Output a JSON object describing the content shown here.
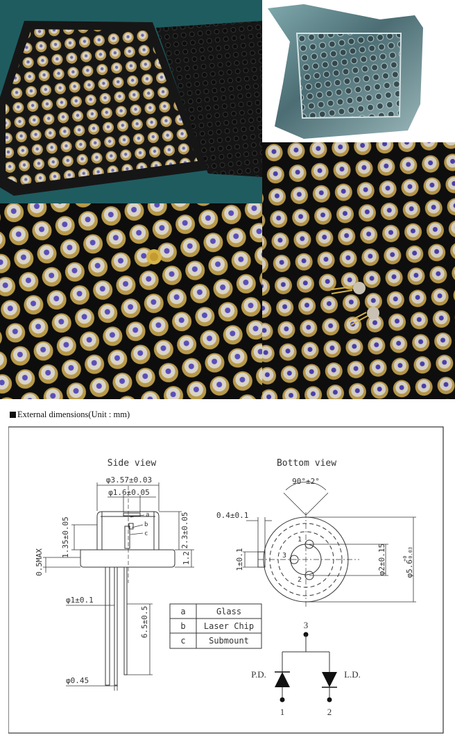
{
  "heading": "External dimensions(Unit : mm)",
  "drawing": {
    "side_view_title": "Side view",
    "bottom_view_title": "Bottom view",
    "dims": {
      "cap_diameter": "φ3.57±0.03",
      "window_diameter": "φ1.6±0.05",
      "height_135": "1.35±0.05",
      "height_23": "2.3±0.05",
      "flange_12": "1.2",
      "max_05": "0.5MAX",
      "lead_d": "φ1±0.1",
      "lead_len": "6.5±0.5",
      "lead_045": "φ0.45",
      "angle": "90°±2°",
      "notch_04": "0.4±0.1",
      "notch_1": "1±0.1",
      "pin_circle": "φ2±0.15",
      "flange_dia": "φ5.6"
    },
    "dim_tolerances": {
      "plus": "+0",
      "minus": "-0.03"
    },
    "callout_letters": [
      "a",
      "b",
      "c"
    ],
    "legend": [
      {
        "key": "a",
        "label": "Glass"
      },
      {
        "key": "b",
        "label": "Laser Chip"
      },
      {
        "key": "c",
        "label": "Submount"
      }
    ],
    "pins": [
      "1",
      "2",
      "3"
    ],
    "circuit": {
      "pd_label": "P.D.",
      "ld_label": "L.D.",
      "pin_top": "3",
      "pin_left": "1",
      "pin_right": "2"
    }
  },
  "colors": {
    "tray": "#1a1a1a",
    "can_gold": "#c9a44a",
    "can_silver": "#cfc9bf",
    "lens": "#5a4fb8"
  }
}
